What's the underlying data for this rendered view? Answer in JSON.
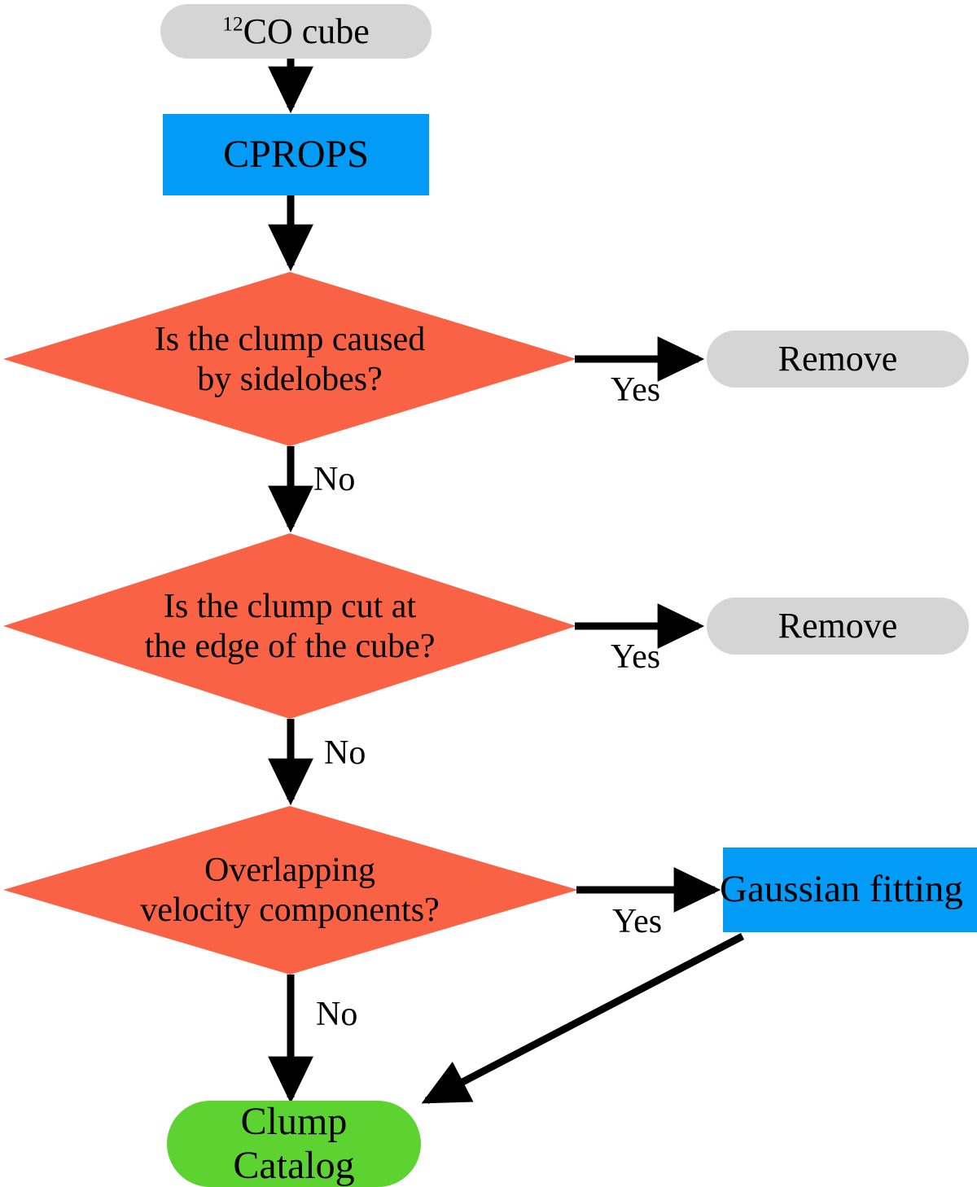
{
  "diagram": {
    "title": "Clump identification and filtering flowchart",
    "background": "#ffffff",
    "colors": {
      "terminal_gray": "#d5d5d5",
      "process_blue": "#029bf5",
      "decision_red": "#fa6246",
      "catalog_green": "#5dd332",
      "arrow_black": "#000000"
    },
    "nodes": {
      "start": {
        "label_prefix": "12",
        "label_main": "CO cube",
        "shape": "rounded-rectangle",
        "color": "#d5d5d5"
      },
      "cprops": {
        "label": "CPROPS",
        "shape": "rectangle",
        "color": "#029bf5"
      },
      "decision_sidelobes": {
        "line1": "Is the clump caused",
        "line2": "by sidelobes?",
        "shape": "diamond",
        "color": "#fa6246"
      },
      "remove_sidelobes": {
        "label": "Remove",
        "shape": "rounded-rectangle",
        "color": "#d5d5d5"
      },
      "decision_edge": {
        "line1": "Is the clump cut at",
        "line2": "the edge of the cube?",
        "shape": "diamond",
        "color": "#fa6246"
      },
      "remove_edge": {
        "label": "Remove",
        "shape": "rounded-rectangle",
        "color": "#d5d5d5"
      },
      "decision_overlap": {
        "line1": "Overlapping",
        "line2": "velocity components?",
        "shape": "diamond",
        "color": "#fa6246"
      },
      "gaussian_fitting": {
        "label": "Gaussian fitting",
        "shape": "rectangle",
        "color": "#029bf5"
      },
      "clump_catalog": {
        "line1": "Clump",
        "line2": "Catalog",
        "shape": "rounded-rectangle",
        "color": "#5dd332"
      }
    },
    "edge_labels": {
      "yes_sidelobes": "Yes",
      "no_sidelobes": "No",
      "yes_edge": "Yes",
      "no_edge": "No",
      "yes_overlap": "Yes",
      "no_overlap": "No"
    }
  }
}
